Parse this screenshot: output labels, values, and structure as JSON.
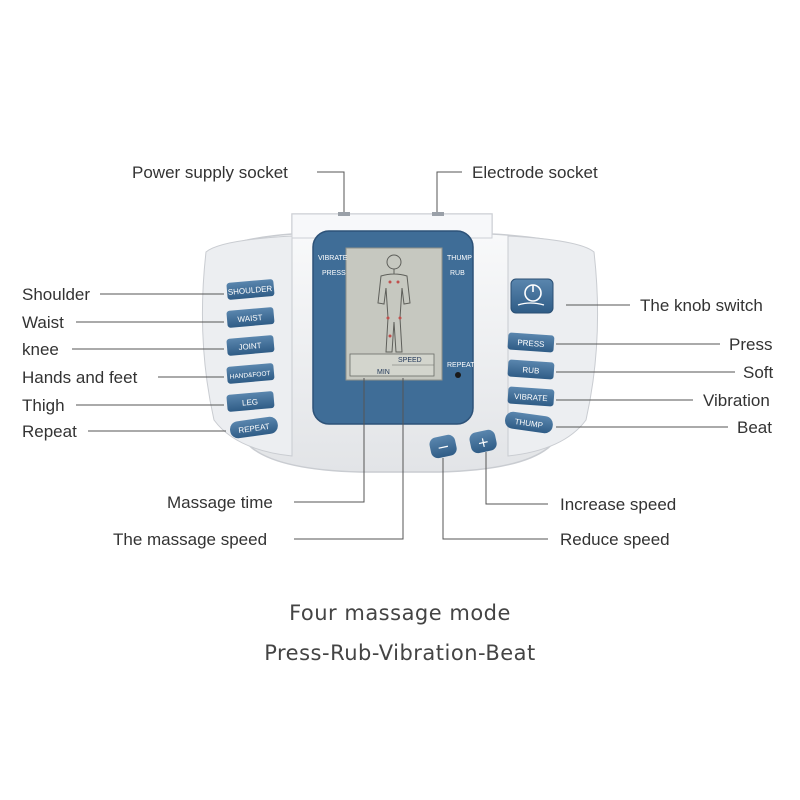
{
  "callouts": {
    "power_supply_socket": "Power supply socket",
    "electrode_socket": "Electrode socket",
    "shoulder": "Shoulder",
    "waist": "Waist",
    "knee": "knee",
    "hands_and_feet": "Hands and feet",
    "thigh": "Thigh",
    "repeat": "Repeat",
    "knob_switch": "The knob switch",
    "press": "Press",
    "soft": "Soft",
    "vibration": "Vibration",
    "beat": "Beat",
    "massage_time": "Massage time",
    "massage_speed": "The massage speed",
    "increase_speed": "Increase speed",
    "reduce_speed": "Reduce speed"
  },
  "device": {
    "left_buttons": [
      "SHOULDER",
      "WAIST",
      "JOINT",
      "HAND&FOOT",
      "LEG",
      "REPEAT"
    ],
    "right_buttons": [
      "PRESS",
      "RUB",
      "VIBRATE",
      "THUMP"
    ],
    "lcd": {
      "vibrate": "VIBRATE",
      "press": "PRESS",
      "thump": "THUMP",
      "rub": "RUB",
      "repeat": "REPEAT",
      "speed": "SPEED",
      "min": "MIN"
    },
    "minus_symbol": "−",
    "plus_symbol": "+"
  },
  "caption": {
    "line1": "Four massage mode",
    "line2": "Press-Rub-Vibration-Beat"
  },
  "colors": {
    "device_body": "#f1f2f4",
    "screen_bezel": "#3f6d97",
    "lcd": "#c6c8c0",
    "button": "#3c6b96"
  }
}
